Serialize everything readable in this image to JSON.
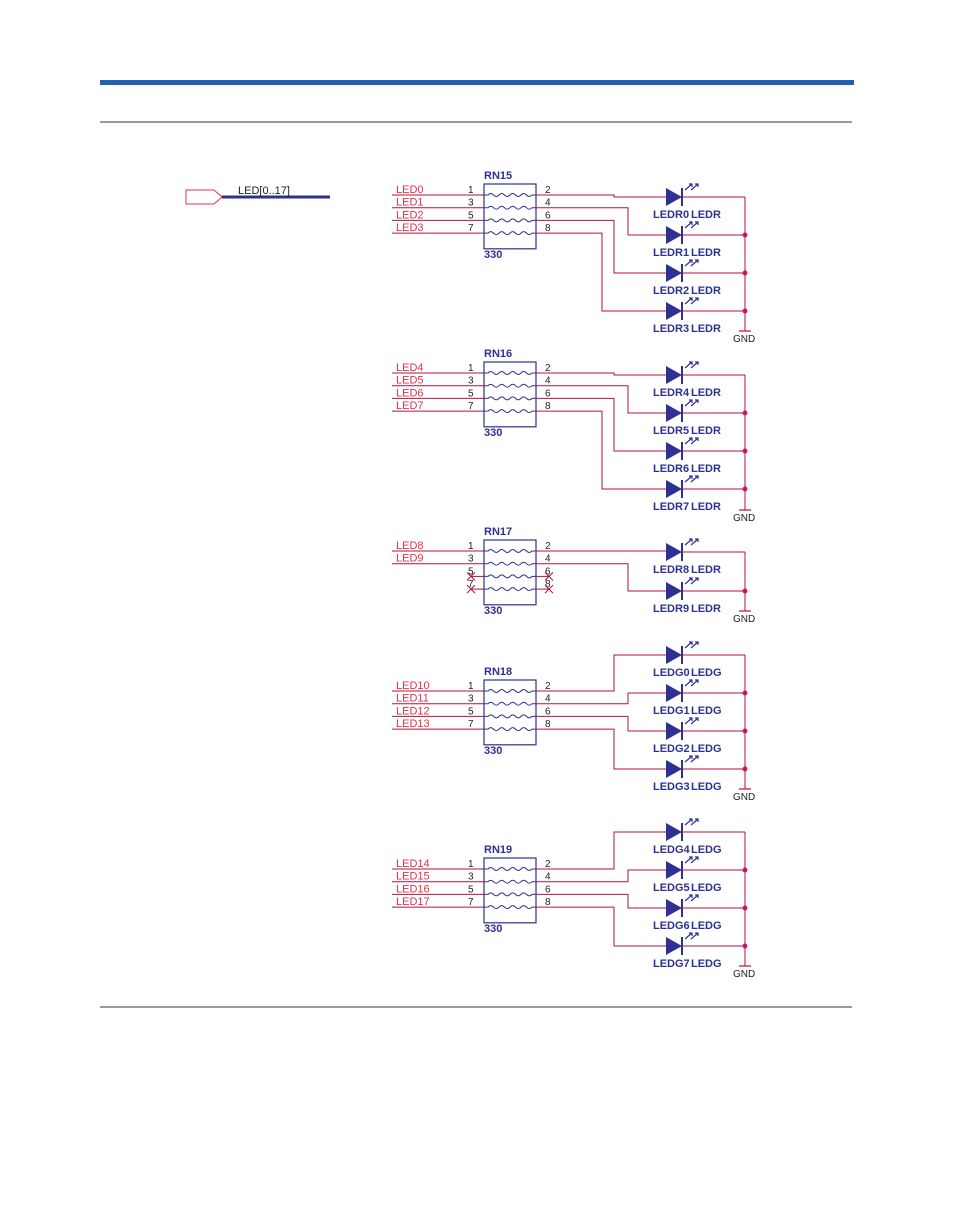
{
  "colors": {
    "header_bar": "#1f5fb4",
    "rule": "#333333",
    "wire": "#b3123c",
    "signal_text": "#e0334b",
    "component": "#2e3192",
    "junction": "#d4147a"
  },
  "bus": {
    "label": "LED[0..17]"
  },
  "gnd_label": "GND",
  "groups": [
    {
      "ref": "RN15",
      "value": "330",
      "nets": [
        "LED0",
        "LED1",
        "LED2",
        "LED3"
      ],
      "in_pins": [
        "1",
        "3",
        "5",
        "7"
      ],
      "out_pins": [
        "2",
        "4",
        "6",
        "8"
      ],
      "leds": [
        "LEDR0",
        "LEDR1",
        "LEDR2",
        "LEDR3"
      ],
      "led_suffix": "LEDR"
    },
    {
      "ref": "RN16",
      "value": "330",
      "nets": [
        "LED4",
        "LED5",
        "LED6",
        "LED7"
      ],
      "in_pins": [
        "1",
        "3",
        "5",
        "7"
      ],
      "out_pins": [
        "2",
        "4",
        "6",
        "8"
      ],
      "leds": [
        "LEDR4",
        "LEDR5",
        "LEDR6",
        "LEDR7"
      ],
      "led_suffix": "LEDR"
    },
    {
      "ref": "RN17",
      "value": "330",
      "nets": [
        "LED8",
        "LED9"
      ],
      "in_pins": [
        "1",
        "3",
        "5",
        "7"
      ],
      "out_pins": [
        "2",
        "4",
        "6",
        "8"
      ],
      "leds": [
        "LEDR8",
        "LEDR9"
      ],
      "led_suffix": "LEDR"
    },
    {
      "ref": "RN18",
      "value": "330",
      "nets": [
        "LED10",
        "LED11",
        "LED12",
        "LED13"
      ],
      "in_pins": [
        "1",
        "3",
        "5",
        "7"
      ],
      "out_pins": [
        "2",
        "4",
        "6",
        "8"
      ],
      "leds": [
        "LEDG0",
        "LEDG1",
        "LEDG2",
        "LEDG3"
      ],
      "led_suffix": "LEDG"
    },
    {
      "ref": "RN19",
      "value": "330",
      "nets": [
        "LED14",
        "LED15",
        "LED16",
        "LED17"
      ],
      "in_pins": [
        "1",
        "3",
        "5",
        "7"
      ],
      "out_pins": [
        "2",
        "4",
        "6",
        "8"
      ],
      "leds": [
        "LEDG4",
        "LEDG5",
        "LEDG6",
        "LEDG7"
      ],
      "led_suffix": "LEDG"
    }
  ]
}
